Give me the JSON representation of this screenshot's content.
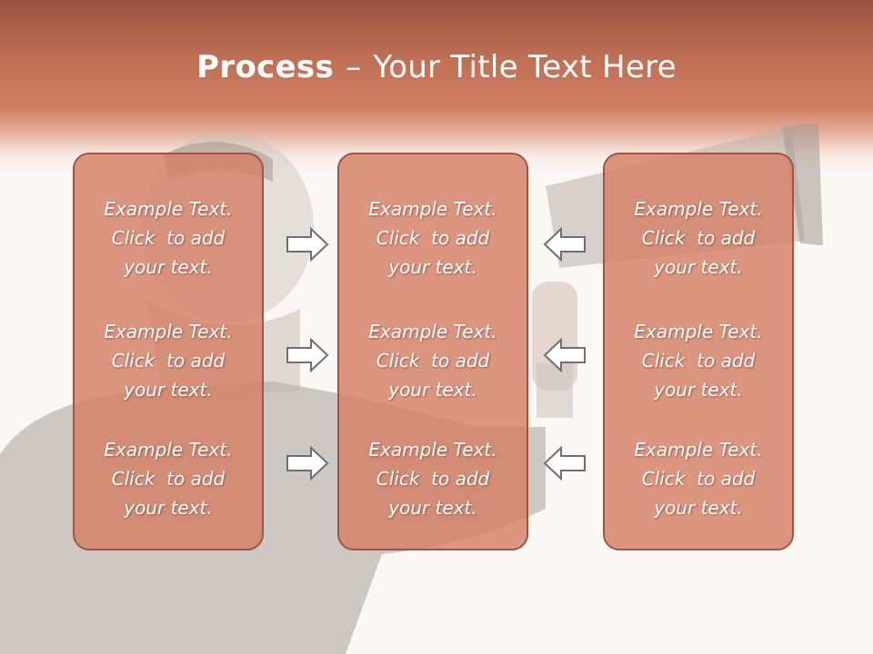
{
  "title": {
    "bold": "Process",
    "dash": "–",
    "rest": "Your Title Text Here"
  },
  "panels": [
    {
      "blocks": [
        {
          "l1": "Example Text.",
          "l2": "Click  to add",
          "l3": "your text."
        },
        {
          "l1": "Example Text.",
          "l2": "Click  to add",
          "l3": "your text."
        },
        {
          "l1": "Example Text.",
          "l2": "Click  to add",
          "l3": "your text."
        }
      ]
    },
    {
      "blocks": [
        {
          "l1": "Example Text.",
          "l2": "Click  to add",
          "l3": "your text."
        },
        {
          "l1": "Example Text.",
          "l2": "Click  to add",
          "l3": "your text."
        },
        {
          "l1": "Example Text.",
          "l2": "Click  to add",
          "l3": "your text."
        }
      ]
    },
    {
      "blocks": [
        {
          "l1": "Example Text.",
          "l2": "Click  to add",
          "l3": "your text."
        },
        {
          "l1": "Example Text.",
          "l2": "Click  to add",
          "l3": "your text."
        },
        {
          "l1": "Example Text.",
          "l2": "Click  to add",
          "l3": "your text."
        }
      ]
    }
  ],
  "colors": {
    "banner": "#cf7e62",
    "panel_fill": "#d48066",
    "panel_border": "#9e5546",
    "text": "#ffffff"
  },
  "icons": {
    "left_arrows": "arrow-right-icon",
    "right_arrows": "arrow-left-icon",
    "background": "megaphone-person-illustration"
  }
}
